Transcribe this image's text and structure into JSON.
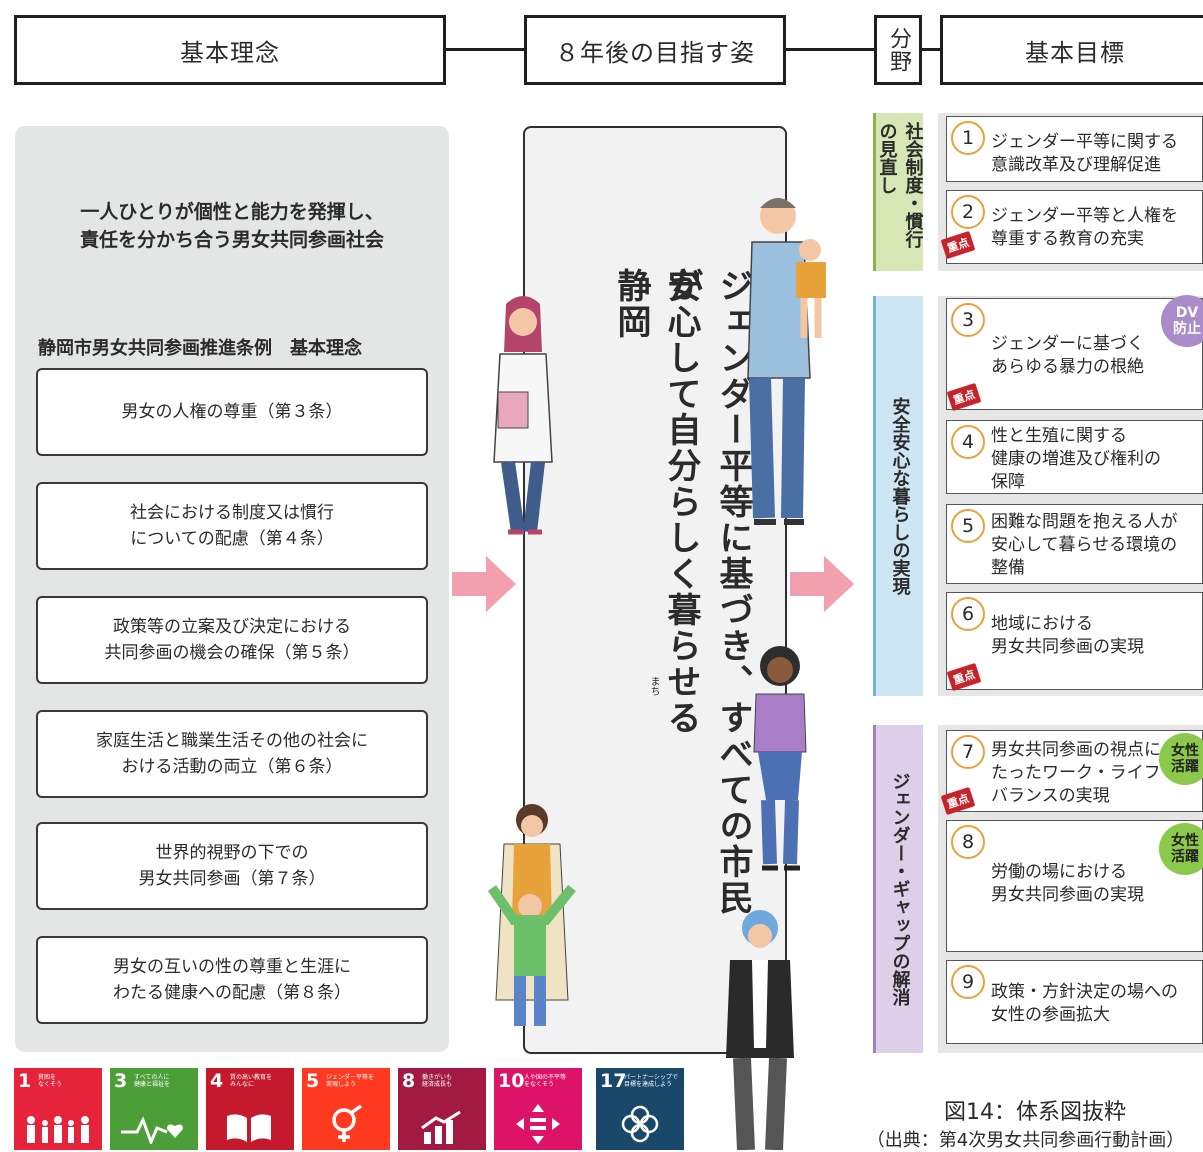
{
  "headers": {
    "philosophy": "基本理念",
    "vision": "８年後の目指す姿",
    "field": "分野",
    "goals": "基本目標"
  },
  "left": {
    "society": "一人ひとりが個性と能力を発揮し、\n責任を分かち合う男女共同参画社会",
    "ordinance": "静岡市男女共同参画推進条例　基本理念",
    "principles": [
      "男女の人権の尊重（第３条）",
      "社会における制度又は慣行\nについての配慮（第４条）",
      "政策等の立案及び決定における\n共同参画の機会の確保（第５条）",
      "家庭生活と職業生活その他の社会に\nおける活動の両立（第６条）",
      "世界的視野の下での\n男女共同参画（第７条）",
      "男女の互いの性の尊重と生涯に\nわたる健康への配慮（第８条）"
    ]
  },
  "vision": {
    "line1": "ジェンダー平等に基づき、すべての市民が",
    "line2": "安心して自分らしく暮らせる静岡",
    "ruby": "まち"
  },
  "fields": [
    {
      "label": "社会制度・慣行の見直し",
      "color": "#d6e6b5",
      "border": "#8fb24a"
    },
    {
      "label": "安全安心な暮らしの実現",
      "color": "#cde6f4",
      "border": "#6fb3d9"
    },
    {
      "label": "ジェンダー・ギャップの解消",
      "color": "#ddcfe8",
      "border": "#9f82bd"
    }
  ],
  "goals": [
    {
      "num": "1",
      "text": "ジェンダー平等に関する\n意識改革及び理解促進",
      "jyuten": ""
    },
    {
      "num": "2",
      "text": "ジェンダー平等と人権を\n尊重する教育の充実",
      "jyuten": "重点"
    },
    {
      "num": "3",
      "text": "ジェンダーに基づく\nあらゆる暴力の根絶",
      "jyuten": "重点",
      "badge": "DV\n防止"
    },
    {
      "num": "4",
      "text": "性と生殖に関する\n健康の増進及び権利の\n保障",
      "jyuten": ""
    },
    {
      "num": "5",
      "text": "困難な問題を抱える人が\n安心して暮らせる環境の\n整備",
      "jyuten": ""
    },
    {
      "num": "6",
      "text": "地域における\n男女共同参画の実現",
      "jyuten": "重点"
    },
    {
      "num": "7",
      "text": "男女共同参画の視点に\nたったワーク・ライフ・\nバランスの実現",
      "jyuten": "重点",
      "badge": "女性\n活躍"
    },
    {
      "num": "8",
      "text": "労働の場における\n男女共同参画の実現",
      "jyuten": "",
      "badge": "女性\n活躍"
    },
    {
      "num": "9",
      "text": "政策・方針決定の場への\n女性の参画拡大",
      "jyuten": ""
    }
  ],
  "sdgs": [
    {
      "num": "1",
      "label": "貧困を\nなくそう",
      "color": "#e5243b",
      "icon": "people-icon"
    },
    {
      "num": "3",
      "label": "すべての人に\n健康と福祉を",
      "color": "#4c9f38",
      "icon": "heartbeat-icon"
    },
    {
      "num": "4",
      "label": "質の高い教育を\nみんなに",
      "color": "#c5192d",
      "icon": "book-icon"
    },
    {
      "num": "5",
      "label": "ジェンダー平等を\n実現しよう",
      "color": "#ff3a21",
      "icon": "gender-icon"
    },
    {
      "num": "8",
      "label": "働きがいも\n経済成長も",
      "color": "#a21942",
      "icon": "growth-icon"
    },
    {
      "num": "10",
      "label": "人や国の不平等\nをなくそう",
      "color": "#dd1367",
      "icon": "equality-icon"
    },
    {
      "num": "17",
      "label": "パートナーシップで\n目標を達成しよう",
      "color": "#19486a",
      "icon": "flower-icon"
    }
  ],
  "caption": {
    "title": "図14：体系図抜粋",
    "source": "（出典：第4次男女共同参画行動計画）"
  }
}
